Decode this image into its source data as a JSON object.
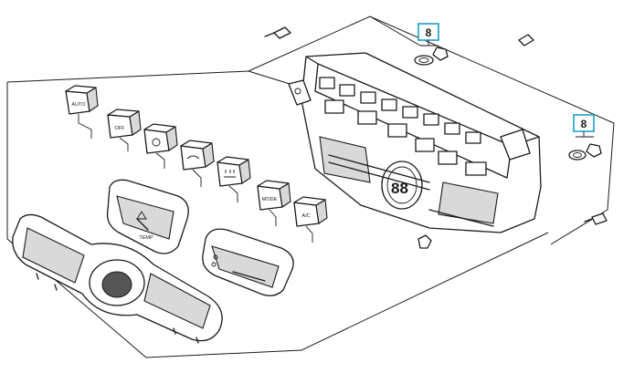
{
  "callouts": [
    {
      "label": "8"
    },
    {
      "label": "8"
    }
  ],
  "buttons": [
    {
      "label": "AUTO"
    },
    {
      "label": "OFF"
    },
    {
      "label": ""
    },
    {
      "label": ""
    },
    {
      "label": ""
    },
    {
      "label": "MODE"
    },
    {
      "label": "A/C"
    }
  ],
  "display": {
    "digits": "88"
  },
  "knob_label": "TEMP"
}
